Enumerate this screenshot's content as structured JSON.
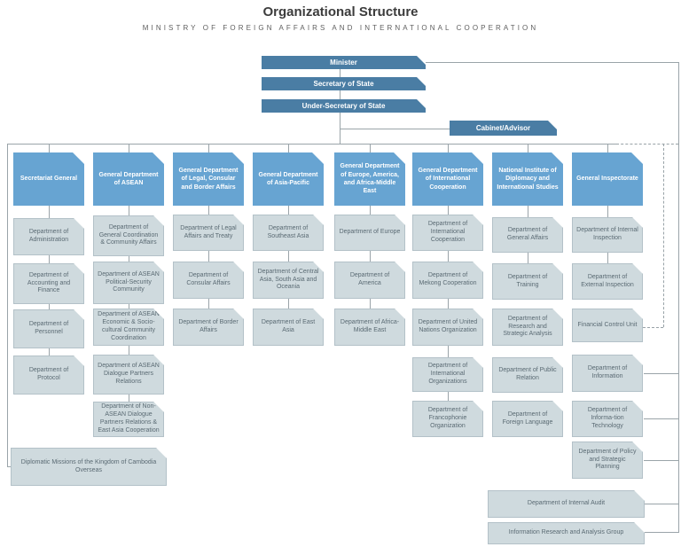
{
  "header": {
    "title": "Organizational Structure",
    "subtitle": "MINISTRY OF FOREIGN AFFAIRS AND INTERNATIONAL COOPERATION"
  },
  "hierarchy": {
    "minister": "Minister",
    "secretary": "Secretary of State",
    "under_secretary": "Under-Secretary of State",
    "cabinet": "Cabinet/Advisor"
  },
  "columns": [
    {
      "title": "Secretariat General",
      "rows": [
        "Department of Administration",
        "Department of Accounting and Finance",
        "Department of Personnel",
        "Department of Protocol"
      ]
    },
    {
      "title": "General Department of ASEAN",
      "rows": [
        "Department of General Coordination & Community Affairs",
        "Department of ASEAN Political-Security Community",
        "Department of ASEAN Economic & Socio-cultural Community Coordination",
        "Department of ASEAN Dialogue Partners Relations",
        "Department of Non-ASEAN Dialogue Partners Relations & East Asia Cooperation"
      ]
    },
    {
      "title": "General Department of Legal, Consular and Border Affairs",
      "rows": [
        "Department of Legal Affairs and Treaty",
        "Department of Consular Affairs",
        "Department of Border Affairs"
      ]
    },
    {
      "title": "General Department of Asia-Pacific",
      "rows": [
        "Department of Southeast Asia",
        "Department of Central Asia, South Asia and Oceania",
        "Department of East Asia"
      ]
    },
    {
      "title": "General Department of Europe, America, and Africa-Middle East",
      "rows": [
        "Department of Europe",
        "Department of America",
        "Department of Africa- Middle East"
      ]
    },
    {
      "title": "General Department of International Cooperation",
      "rows": [
        "Department of International Cooperation",
        "Department of Mekong Cooperation",
        "Department of United Nations Organization",
        "Department of International Organizations",
        "Department of Francophonie Organization"
      ]
    },
    {
      "title": "National Institute of Diplomacy and International Studies",
      "rows": [
        "Department of General Affairs",
        "Department of Training",
        "Department of Research and Strategic Analysis",
        "Department of Public Relation",
        "Department of Foreign Language"
      ]
    },
    {
      "title": "General Inspectorate",
      "rows": [
        "Department of Internal Inspection",
        "Department of External Inspection",
        "Financial Control Unit",
        "Department of Information",
        "Department of Informa-tion Technology",
        "Department of Policy and Strategic Planning"
      ]
    }
  ],
  "extra": {
    "diplomatic_missions": "Diplomatic Missions of the Kingdom of Cambodia Overseas",
    "internal_audit": "Department of Internal Audit",
    "info_research": "Information Research and Analysis Group"
  },
  "colors": {
    "dark_blue": "#4a7da4",
    "light_blue": "#67a4d2",
    "box_grey": "#cfdade",
    "line_grey": "#9aa4a9"
  }
}
